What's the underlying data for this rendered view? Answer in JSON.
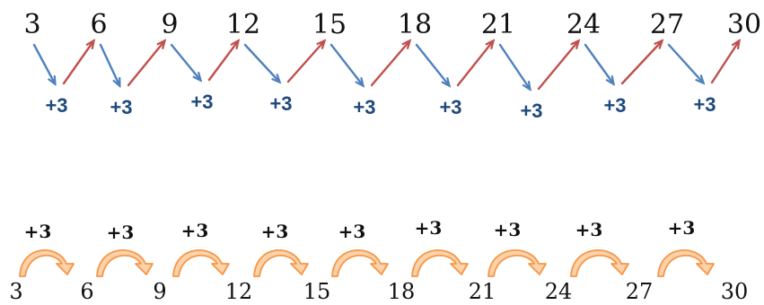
{
  "top_row": {
    "numbers": [
      "3",
      "6",
      "9",
      "12",
      "15",
      "18",
      "21",
      "24",
      "27",
      "30"
    ],
    "step_labels": [
      "+3",
      "+3",
      "+3",
      "+3",
      "+3",
      "+3",
      "+3",
      "+3",
      "+3"
    ]
  },
  "bottom_row": {
    "numbers": [
      "3",
      "6",
      "9",
      "12",
      "15",
      "18",
      "21",
      "24",
      "27",
      "30"
    ],
    "step_labels": [
      "+3",
      "+3",
      "+3",
      "+3",
      "+3",
      "+3",
      "+3",
      "+3",
      "+3"
    ]
  },
  "colors": {
    "down_arrow": "#4f81bd",
    "up_arrow": "#c0504d",
    "step_text": "#1f497d",
    "hop_arc": "#f79646",
    "number_text": "#111111"
  }
}
